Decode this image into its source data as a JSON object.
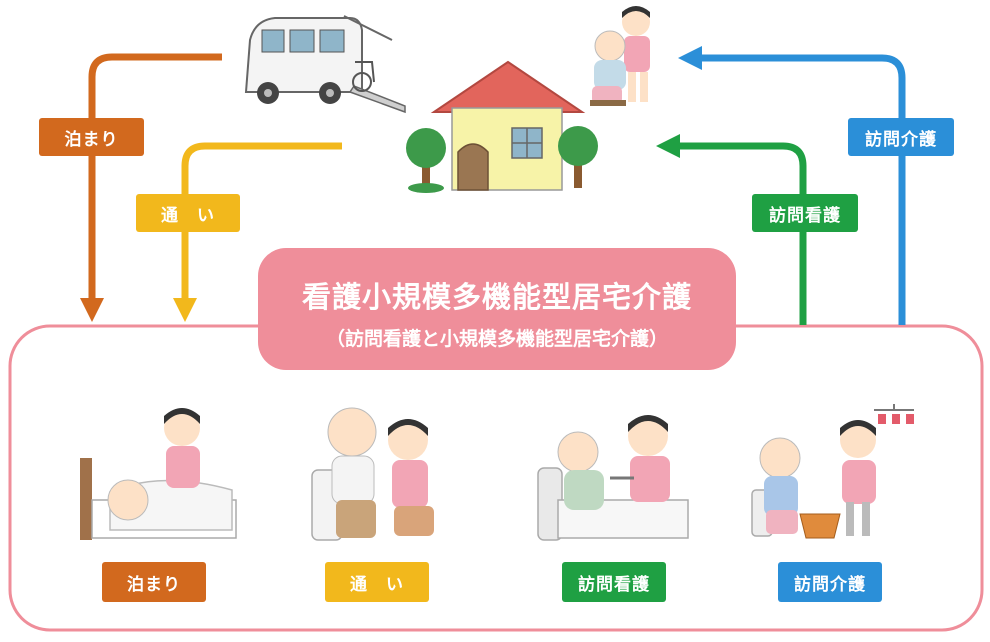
{
  "center": {
    "title": "看護小規模多機能型居宅介護",
    "subtitle": "（訪問看護と小規模多機能型居宅介護）"
  },
  "top_labels": {
    "stay": "泊まり",
    "visit_day": "通　い",
    "home_nursing": "訪問看護",
    "home_care": "訪問介護"
  },
  "bottom_labels": {
    "stay": "泊まり",
    "visit_day": "通　い",
    "home_nursing": "訪問看護",
    "home_care": "訪問介護"
  },
  "colors": {
    "stay": "#d2691e",
    "visit_day": "#f2b81c",
    "home_nursing": "#1fa043",
    "home_care": "#2b8fd8",
    "facility_border": "#ef8e9a"
  }
}
